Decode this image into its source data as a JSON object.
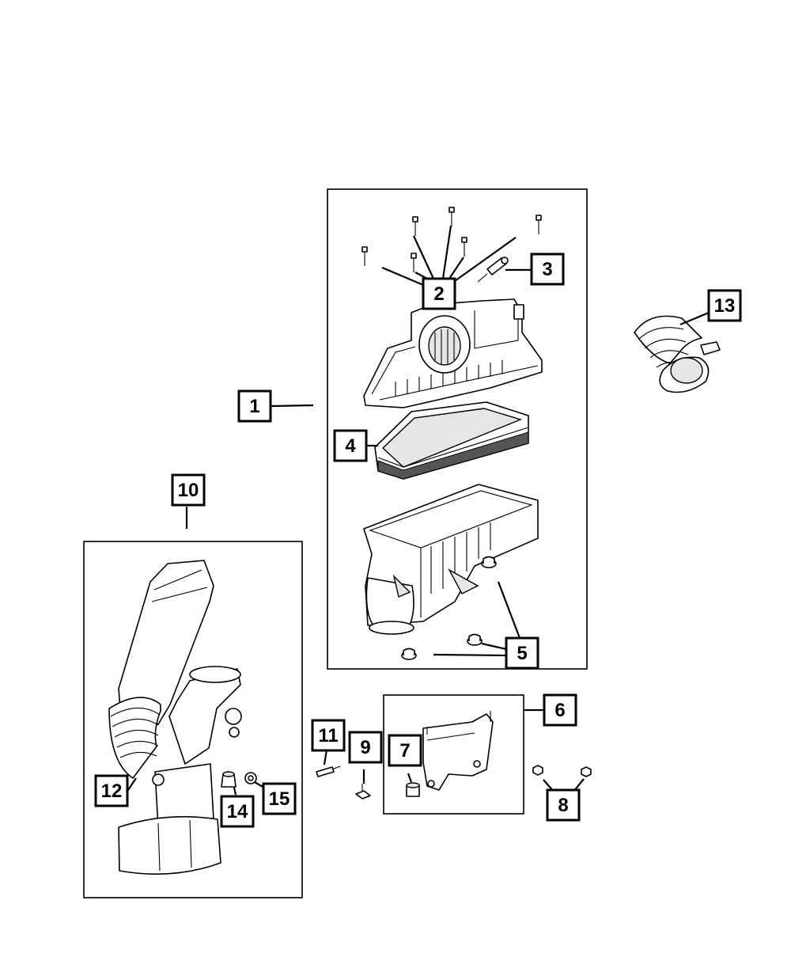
{
  "callouts": [
    {
      "id": "1",
      "label": "1"
    },
    {
      "id": "2",
      "label": "2"
    },
    {
      "id": "3",
      "label": "3"
    },
    {
      "id": "4",
      "label": "4"
    },
    {
      "id": "5",
      "label": "5"
    },
    {
      "id": "6",
      "label": "6"
    },
    {
      "id": "7",
      "label": "7"
    },
    {
      "id": "8",
      "label": "8"
    },
    {
      "id": "9",
      "label": "9"
    },
    {
      "id": "10",
      "label": "10"
    },
    {
      "id": "11",
      "label": "11"
    },
    {
      "id": "12",
      "label": "12"
    },
    {
      "id": "13",
      "label": "13"
    },
    {
      "id": "14",
      "label": "14"
    },
    {
      "id": "15",
      "label": "15"
    }
  ],
  "colors": {
    "line": "#000000",
    "background": "#ffffff",
    "shade": "#e6e6e6"
  }
}
